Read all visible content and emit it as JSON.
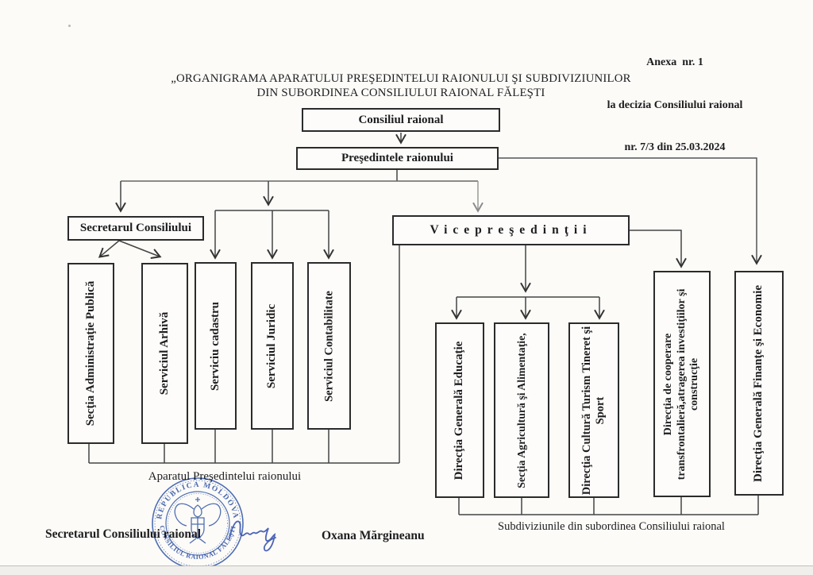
{
  "annex": {
    "line1": "Anexa  nr. 1",
    "line2": "la decizia Consiliului raional",
    "line3": "nr. 7/3 din 25.03.2024"
  },
  "title": {
    "line1": "„ORGANIGRAMA APARATULUI PREŞEDINTELUI RAIONULUI ŞI SUBDIVIZIUNILOR",
    "line2": "DIN SUBORDINEA CONSILIULUI RAIONAL FĂLEŞTI"
  },
  "org": {
    "council": {
      "label": "Consiliul raional"
    },
    "president": {
      "label": "Preşedintele raionului"
    },
    "secretary": {
      "label": "Secretarul Consiliului"
    },
    "vicepresidents": {
      "label": "Vicepreşedinţii"
    },
    "apparatus_units": [
      {
        "label": "Secţia Administraţie Publică"
      },
      {
        "label": "Serviciul Arhivă"
      },
      {
        "label": "Serviciu cadastru"
      },
      {
        "label": "Serviciul Juridic"
      },
      {
        "label": "Serviciul Contabilitate"
      }
    ],
    "subordinate_units": [
      {
        "label": "Direcţia Generală Educaţie"
      },
      {
        "label": "Secţia Agricultură şi Alimentaţie,"
      },
      {
        "label": "Direcţia Cultură  Turism Tineret şi Sport"
      },
      {
        "label": "Direcţia de cooperare transfrontalieră,atragerea investiţiilor şi construcţie"
      },
      {
        "label": "Direcţia Generală Finanţe şi Economie"
      }
    ],
    "group_labels": {
      "apparatus": "Aparatul Preşedintelui raionului",
      "subordinate": "Subdiviziunile din subordinea Consiliului raional"
    }
  },
  "signature": {
    "role": "Secretarul Consiliului raional",
    "name": "Oxana Mărgineanu"
  },
  "stamp": {
    "top_text": "REPUBLICA MOLDOVA",
    "ring_text": "CONSILIUL RAIONAL FĂLEŞTI"
  },
  "colors": {
    "ink": "#1d1d1f",
    "line": "#3d3d3d",
    "stamp_blue": "#2b50a8",
    "paper": "#fcfbf8"
  }
}
